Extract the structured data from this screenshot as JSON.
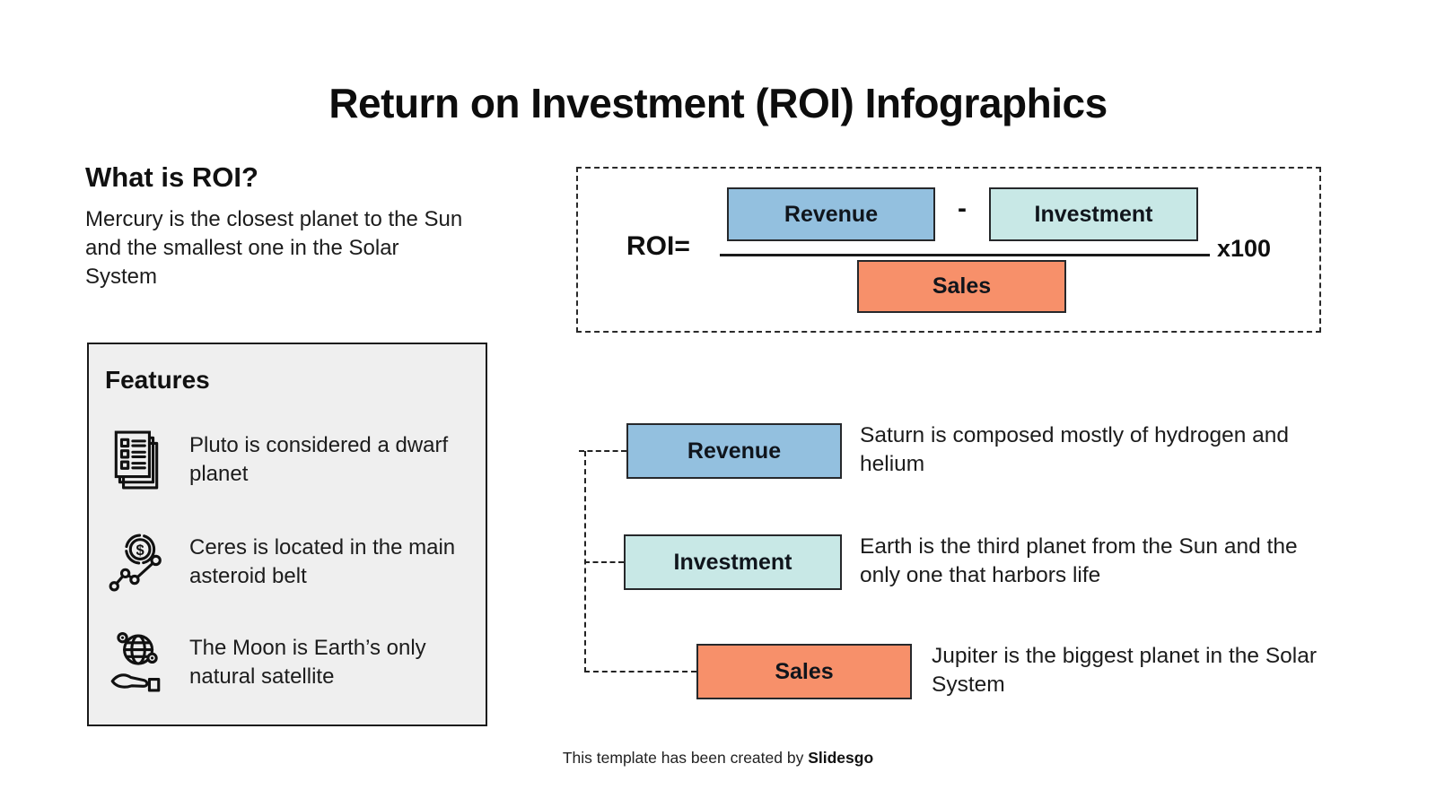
{
  "slide": {
    "title": "Return on Investment (ROI) Infographics",
    "what_is_roi": {
      "heading": "What is ROI?",
      "body": "Mercury is the closest planet to the Sun and the smallest one in the Solar System"
    },
    "features": {
      "heading": "Features",
      "items": [
        {
          "icon": "checklist-document-icon",
          "text": "Pluto is considered a dwarf planet"
        },
        {
          "icon": "coin-growth-chart-icon",
          "text": "Ceres is located in the main asteroid belt"
        },
        {
          "icon": "globe-hand-icon",
          "text": "The Moon is Earth’s only natural satellite"
        }
      ]
    },
    "formula": {
      "lhs": "ROI=",
      "operator": "-",
      "multiplier": "x100",
      "numerator": [
        {
          "label": "Revenue",
          "color": "#93c0df"
        },
        {
          "label": "Investment",
          "color": "#c8e8e6"
        }
      ],
      "denominator": {
        "label": "Sales",
        "color": "#f7906a"
      }
    },
    "breakdown": [
      {
        "label": "Revenue",
        "color": "#93c0df",
        "description": "Saturn is composed mostly of hydrogen and helium"
      },
      {
        "label": "Investment",
        "color": "#c8e8e6",
        "description": "Earth is the third planet from the Sun and the only one that harbors life"
      },
      {
        "label": "Sales",
        "color": "#f7906a",
        "description": "Jupiter is the biggest planet in the Solar System"
      }
    ],
    "footer": {
      "text": "This template has been created by",
      "brand": "Slidesgo"
    }
  },
  "colors": {
    "background": "#ffffff",
    "features_panel": "#efefef",
    "revenue_blue": "#93c0df",
    "investment_cyan": "#c8e8e6",
    "sales_orange": "#f7906a",
    "ink": "#141414"
  }
}
